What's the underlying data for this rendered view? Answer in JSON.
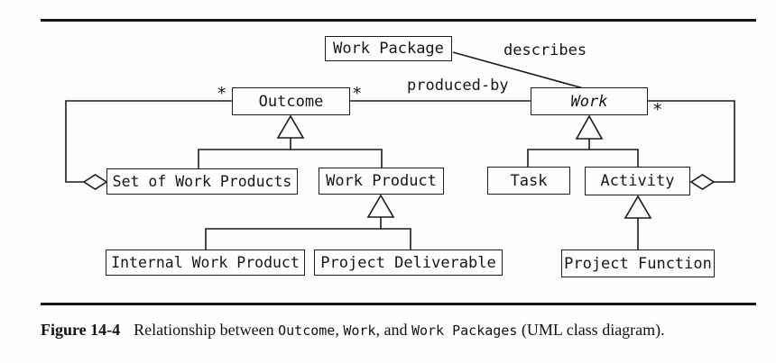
{
  "diagram": {
    "nodes": {
      "work_package": {
        "label": "Work Package"
      },
      "outcome": {
        "label": "Outcome"
      },
      "work": {
        "label": "Work",
        "style": "italic"
      },
      "set_of_work_products": {
        "label": "Set of Work Products"
      },
      "work_product": {
        "label": "Work Product"
      },
      "task": {
        "label": "Task"
      },
      "activity": {
        "label": "Activity"
      },
      "internal_work_product": {
        "label": "Internal Work Product"
      },
      "project_deliverable": {
        "label": "Project Deliverable"
      },
      "project_function": {
        "label": "Project Function"
      }
    },
    "edge_labels": {
      "describes": "describes",
      "produced_by": "produced-by"
    },
    "multiplicities": {
      "outcome_left": "*",
      "outcome_right": "*",
      "work_right": "*"
    },
    "relationships": [
      {
        "from": "work_package",
        "to": "work",
        "type": "association",
        "label": "describes"
      },
      {
        "from": "outcome",
        "to": "work",
        "type": "association",
        "label": "produced-by",
        "multiplicity_at_outcome": "*"
      },
      {
        "from": "set_of_work_products",
        "to": "outcome",
        "type": "aggregation",
        "diamond_at": "set_of_work_products",
        "multiplicity_at_outcome": "*"
      },
      {
        "from": "activity",
        "to": "work",
        "type": "aggregation",
        "diamond_at": "activity",
        "multiplicity_at_work": "*"
      },
      {
        "from": "set_of_work_products",
        "to": "outcome",
        "type": "generalization"
      },
      {
        "from": "work_product",
        "to": "outcome",
        "type": "generalization"
      },
      {
        "from": "task",
        "to": "work",
        "type": "generalization"
      },
      {
        "from": "activity",
        "to": "work",
        "type": "generalization"
      },
      {
        "from": "internal_work_product",
        "to": "work_product",
        "type": "generalization"
      },
      {
        "from": "project_deliverable",
        "to": "work_product",
        "type": "generalization"
      },
      {
        "from": "project_function",
        "to": "activity",
        "type": "generalization"
      }
    ]
  },
  "caption": {
    "figure_label": "Figure 14-4",
    "text_1": "Relationship between ",
    "mono_1": "Outcome",
    "text_2": ", ",
    "mono_2": "Work",
    "text_3": ", and ",
    "mono_3": "Work Packages",
    "text_4": " (UML class diagram)."
  }
}
